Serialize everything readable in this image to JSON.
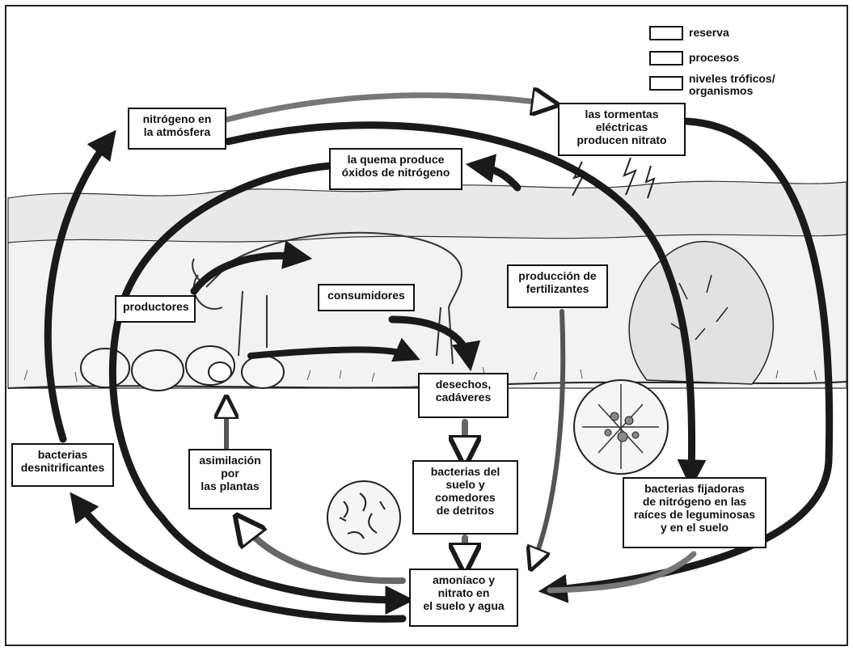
{
  "legend": {
    "items": [
      {
        "label": "reserva"
      },
      {
        "label": "procesos"
      },
      {
        "label": "niveles tróficos/\norganismos"
      }
    ]
  },
  "nodes": {
    "atmosfera": "nitrógeno en\nla atmósfera",
    "tormentas": "las tormentas\neléctricas\nproducen nitrato",
    "quema": "la quema produce\nóxidos de nitrógeno",
    "productores": "productores",
    "consumidores": "consumidores",
    "fertilizantes": "producción de\nfertilizantes",
    "desechos": "desechos,\ncadáveres",
    "desnitrificantes": "bacterias\ndesnitrificantes",
    "asimilacion": "asimilación\npor\nlas plantas",
    "bacterias_suelo": "bacterias del\nsuelo y\ncomedores\nde detritos",
    "fijadoras": "bacterias fijadoras\nde nitrógeno en las\nraíces de leguminosas\ny en el suelo",
    "amoniaco": "amoníaco y\nnitrato en\nel suelo y agua"
  }
}
